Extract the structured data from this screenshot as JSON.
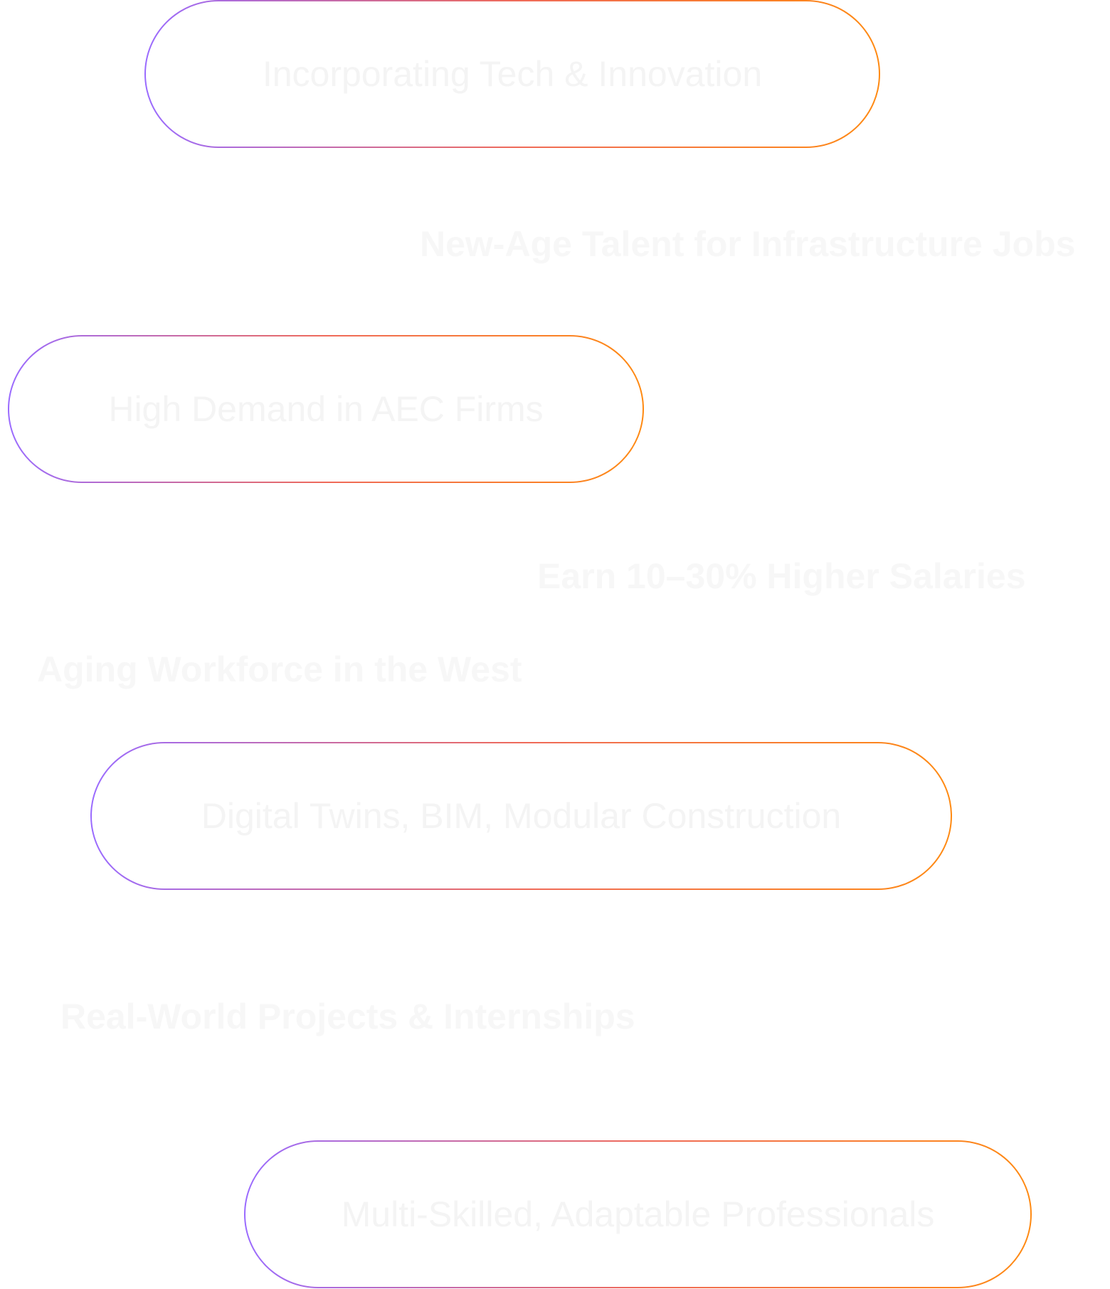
{
  "pills": [
    {
      "label": "Incorporating Tech & Innovation"
    },
    {
      "label": "High Demand in AEC Firms"
    },
    {
      "label": "Digital Twins, BIM, Modular Construction"
    },
    {
      "label": "Multi-Skilled, Adaptable Professionals"
    }
  ],
  "taglines": [
    {
      "text": "New-Age Talent for Infrastructure Jobs"
    },
    {
      "text": "Earn 10–30% Higher Salaries"
    },
    {
      "text": "Aging Workforce in the West"
    },
    {
      "text": "Real-World Projects & Internships"
    }
  ],
  "colors": {
    "border_gradient_start": "#9a6bff",
    "border_gradient_mid": "#ef6a5a",
    "border_gradient_end": "#ff8a12",
    "background": "#ffffff",
    "text": "#f4f4f4"
  }
}
